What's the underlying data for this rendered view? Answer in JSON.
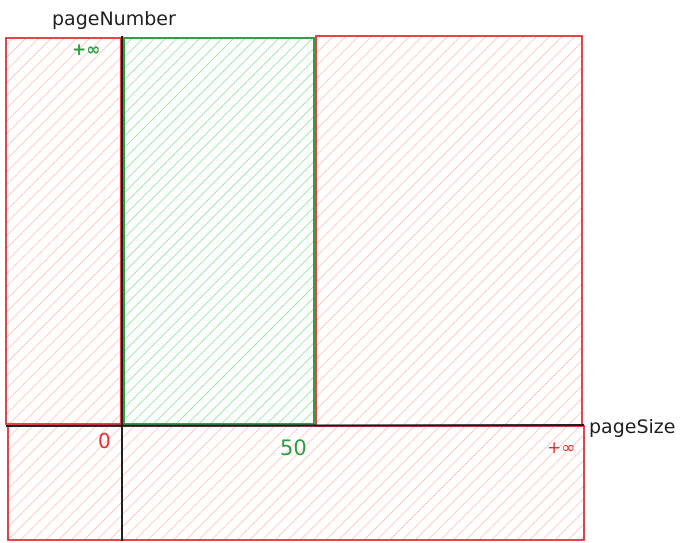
{
  "axes": {
    "y_label": "pageNumber",
    "x_label": "pageSize",
    "y_infinity_label": "+∞",
    "x_infinity_label": "+∞",
    "origin_label": "0",
    "x_boundary_label": "50"
  },
  "colors": {
    "invalid_stroke": "#e03131",
    "invalid_fill": "#ffc9c9",
    "valid_stroke": "#2f9e44",
    "valid_fill": "#b2f2bb",
    "axis": "#1e1e1e"
  }
}
